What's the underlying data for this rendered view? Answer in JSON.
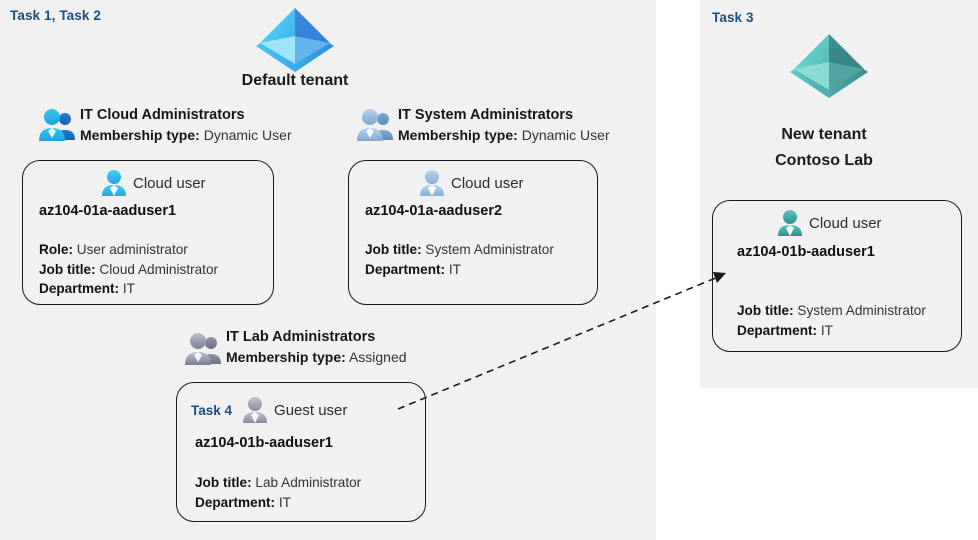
{
  "panels": {
    "left": {
      "task_label": "Task 1, Task 2"
    },
    "right": {
      "task_label": "Task 3"
    }
  },
  "tenants": [
    {
      "icon": "azure-ad-tenant-icon",
      "caption": "Default tenant",
      "color": "#32B8F0"
    },
    {
      "icon": "azure-ad-tenant-icon",
      "caption_line1": "New  tenant",
      "caption_line2": "Contoso Lab",
      "color": "#4FC0BD"
    }
  ],
  "groups": [
    {
      "icon": "group-users-icon",
      "title": "IT Cloud Administrators",
      "meta_label": "Membership type:",
      "meta_value": "Dynamic User",
      "color": "#29B6F0"
    },
    {
      "icon": "group-users-icon",
      "title": "IT System Administrators",
      "meta_label": "Membership type:",
      "meta_value": "Dynamic User",
      "color": "#8FB4DC"
    },
    {
      "icon": "group-users-icon",
      "title": "IT Lab Administrators",
      "meta_label": "Membership type:",
      "meta_value": "Assigned",
      "color": "#9A9AAE"
    }
  ],
  "cards": [
    {
      "id": "card-aaduser1",
      "head_task": "",
      "head_icon": "cloud-user-icon",
      "head_label": "Cloud user",
      "icon_color": "#31C0F0",
      "name": "az104-01a-aaduser1",
      "props": [
        {
          "label": "Role:",
          "value": "User administrator"
        },
        {
          "label": "Job title:",
          "value": "Cloud Administrator"
        },
        {
          "label": "Department:",
          "value": "IT"
        }
      ]
    },
    {
      "id": "card-aaduser2",
      "head_task": "",
      "head_icon": "cloud-user-icon",
      "head_label": "Cloud user",
      "icon_color": "#9DBDDE",
      "name": "az104-01a-aaduser2",
      "props": [
        {
          "label": "Job title:",
          "value": "System Administrator"
        },
        {
          "label": "Department:",
          "value": "IT"
        }
      ]
    },
    {
      "id": "card-guest-aaduser1",
      "head_task": "Task 4",
      "head_icon": "guest-user-icon",
      "head_label": "Guest user",
      "icon_color": "#A6A4B4",
      "name": "az104-01b-aaduser1",
      "props": [
        {
          "label": "Job title:",
          "value": "Lab Administrator"
        },
        {
          "label": "Department:",
          "value": "IT"
        }
      ]
    },
    {
      "id": "card-new-tenant-aaduser1",
      "head_task": "",
      "head_icon": "cloud-user-icon",
      "head_label": "Cloud user",
      "icon_color": "#3FAFAC",
      "name": "az104-01b-aaduser1",
      "props": [
        {
          "label": "Job title:",
          "value": "System Administrator"
        },
        {
          "label": "Department:",
          "value": "IT"
        }
      ]
    }
  ],
  "connector": {
    "name": "guest-invite-arrow",
    "style": "dashed",
    "from": "card-guest-aaduser1",
    "to": "card-new-tenant-aaduser1"
  },
  "colors": {
    "panel_background": "#f1f1f1",
    "task_label": "#1F4E79",
    "card_border": "#1a1a1a",
    "text": "#333333"
  }
}
